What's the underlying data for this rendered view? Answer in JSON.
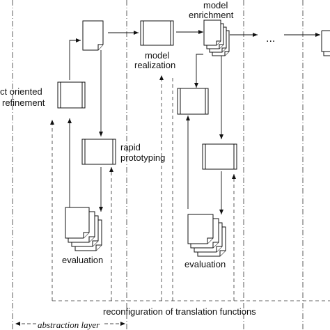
{
  "labels": {
    "model_enrichment_1": "model",
    "model_enrichment_2": "enrichment",
    "model_realization_1": "model",
    "model_realization_2": "realization",
    "object_refinement_1": "ct oriented",
    "object_refinement_2": "refinement",
    "rapid_prototyping_1": "rapid",
    "rapid_prototyping_2": "prototyping",
    "evaluation_left": "evaluation",
    "evaluation_right": "evaluation",
    "ellipsis": "...",
    "reconfiguration": "reconfiguration of translation functions",
    "abstraction_layer": "abstraction layer"
  }
}
